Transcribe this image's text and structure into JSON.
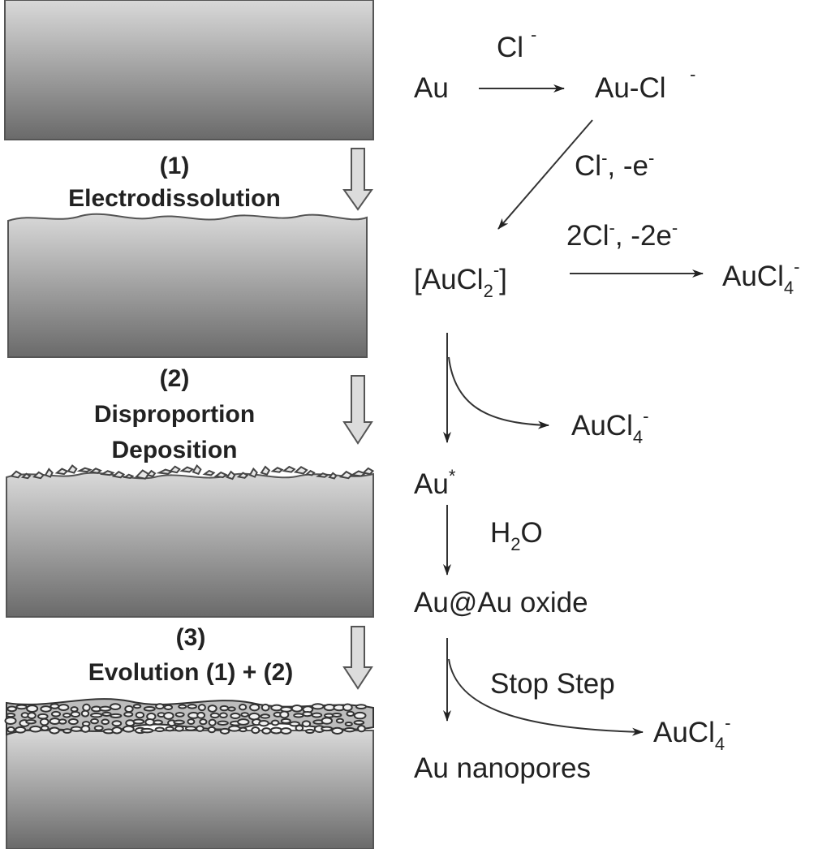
{
  "steps": [
    {
      "number": "(1)",
      "name": "Electrodissolution"
    },
    {
      "number": "(2)",
      "name_line1": "Disproportion",
      "name_line2": "Deposition"
    },
    {
      "number": "(3)",
      "name": "Evolution (1) + (2)"
    }
  ],
  "species": {
    "au": "Au",
    "au_cl": "Au-Cl",
    "aucl2_open": "[AuCl",
    "aucl2_sub": "2",
    "aucl2_close": "]",
    "aucl4": "AuCl",
    "aucl4_sub": "4",
    "au_star": "Au",
    "au_star_mark": "*",
    "au_oxide": "Au@Au oxide",
    "au_nanopores": "Au nanopores"
  },
  "charges": {
    "minus": "-"
  },
  "conditions": {
    "cl": "Cl",
    "cl_e_a": "Cl",
    "cl_e_b": ", -e",
    "two_cl_a": "2Cl",
    "two_cl_b": ", -2e",
    "h2o_h": "H",
    "h2o_sub": "2",
    "h2o_o": "O",
    "stop_step": "Stop Step"
  },
  "colors": {
    "slab_top": "#d8d8d8",
    "slab_bottom": "#6e6e6e",
    "arrow_fill": "#dcdcdc",
    "line": "#333333"
  }
}
